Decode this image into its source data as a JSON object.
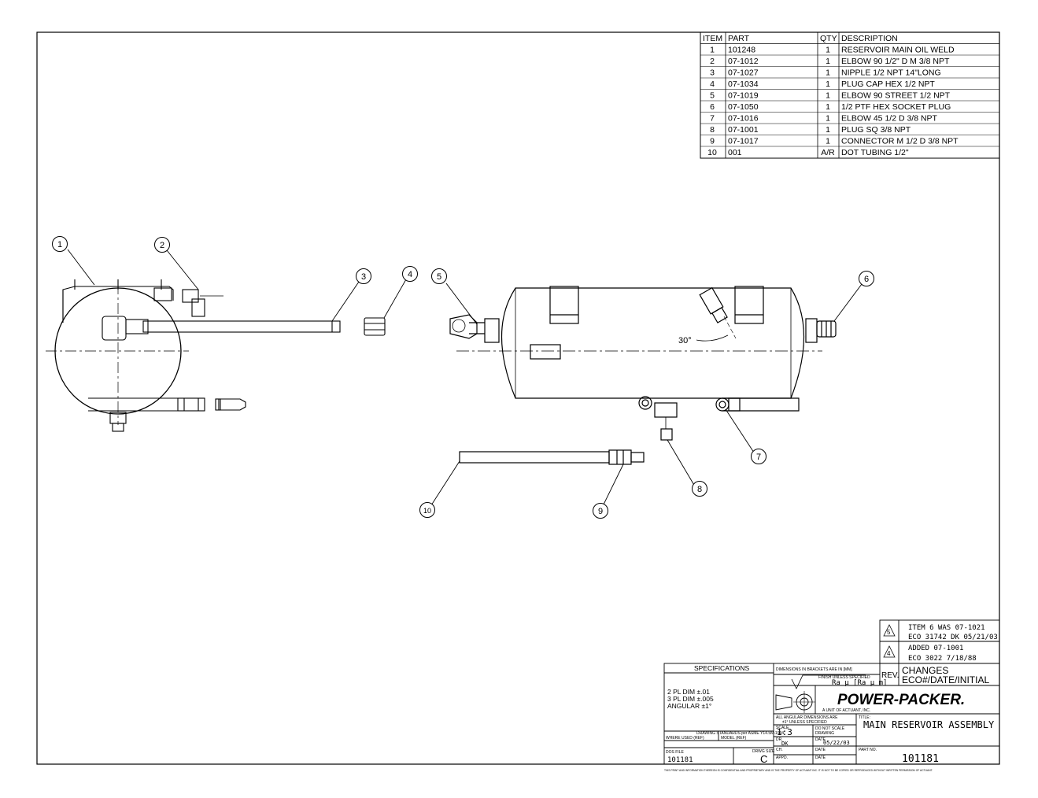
{
  "bom": {
    "headers": [
      "ITEM",
      "PART",
      "QTY",
      "DESCRIPTION"
    ],
    "rows": [
      [
        "1",
        "101248",
        "1",
        "RESERVOIR MAIN OIL WELD"
      ],
      [
        "2",
        "07-1012",
        "1",
        "ELBOW 90 1/2\" D M 3/8 NPT"
      ],
      [
        "3",
        "07-1027",
        "1",
        "NIPPLE 1/2 NPT 14\"LONG"
      ],
      [
        "4",
        "07-1034",
        "1",
        "PLUG CAP HEX 1/2 NPT"
      ],
      [
        "5",
        "07-1019",
        "1",
        "ELBOW 90 STREET 1/2 NPT"
      ],
      [
        "6",
        "07-1050",
        "1",
        "1/2 PTF HEX SOCKET PLUG"
      ],
      [
        "7",
        "07-1016",
        "1",
        "ELBOW 45 1/2 D 3/8 NPT"
      ],
      [
        "8",
        "07-1001",
        "1",
        "PLUG SQ 3/8 NPT"
      ],
      [
        "9",
        "07-1017",
        "1",
        "CONNECTOR M 1/2 D 3/8 NPT"
      ],
      [
        "10",
        "001",
        "A/R",
        "DOT TUBING  1/2\""
      ]
    ]
  },
  "balloons": [
    "1",
    "2",
    "3",
    "4",
    "5",
    "6",
    "7",
    "8",
    "9",
    "10"
  ],
  "angle_label": "30°",
  "revisions": {
    "rows": [
      {
        "rev": "5",
        "line1": "ITEM 6 WAS 07-1021",
        "line2": "ECO 31742 DK 05/21/03"
      },
      {
        "rev": "4",
        "line1": "ADDED 07-1001",
        "line2": "ECO 3022 7/18/88"
      }
    ],
    "rev_label": "REV.",
    "changes_line1": "CHANGES",
    "changes_line2": "ECO#/DATE/INITIAL"
  },
  "title_block": {
    "specifications_header": "SPECIFICATIONS",
    "spec_lines": [
      "2 PL DIM ±.01",
      "3 PL DIM ±.005",
      "ANGULAR ±1°"
    ],
    "drawing_standards": "DRAWING STANDARDS per ASME Y14.5M-1994",
    "where_used": "WHERE USED (REF)",
    "model": "MODEL (REF)",
    "dos_file_label": "DOS FILE",
    "dos_file": "101181",
    "drwg_size_label": "DRWG SIZE",
    "drwg_size": "C",
    "dimensions_note": "DIMENSIONS IN BRACKETS ARE IN [MM]",
    "finish_note": "FINISH UNLESS SPECIFIED",
    "roughness": "Ra μ [Ra μ m]",
    "angular_note_1": "ALL ANGULAR DIMENSIONS ARE",
    "angular_note_2": "±1° UNLESS SPECIFIED",
    "scale_label": "SCALE",
    "scale": "1:3",
    "do_not_scale_1": "DO NOT SCALE",
    "do_not_scale_2": "DRAWING",
    "dr_label": "DR.",
    "dr": "DK",
    "date_label": "DATE",
    "date": "05/22/03",
    "ch_label": "CH.",
    "appd_label": "APPD.",
    "company": "POWER-PACKER.",
    "company_sub": "A UNIT OF ACTUANT, INC.",
    "title_label": "TITLE:",
    "title": "MAIN RESERVOIR ASSEMBLY",
    "part_no_label": "PART NO.",
    "part_no": "101181",
    "footer_note": "THIS PRINT AND INFORMATION THEREON IS CONFIDENTIAL AND PROPRIETARY AND IS THE PROPERTY OF ACTUANT INC. IT IS NOT TO BE COPIED OR REPRODUCED WITHOUT WRITTEN PERMISSION OF ACTUANT."
  }
}
